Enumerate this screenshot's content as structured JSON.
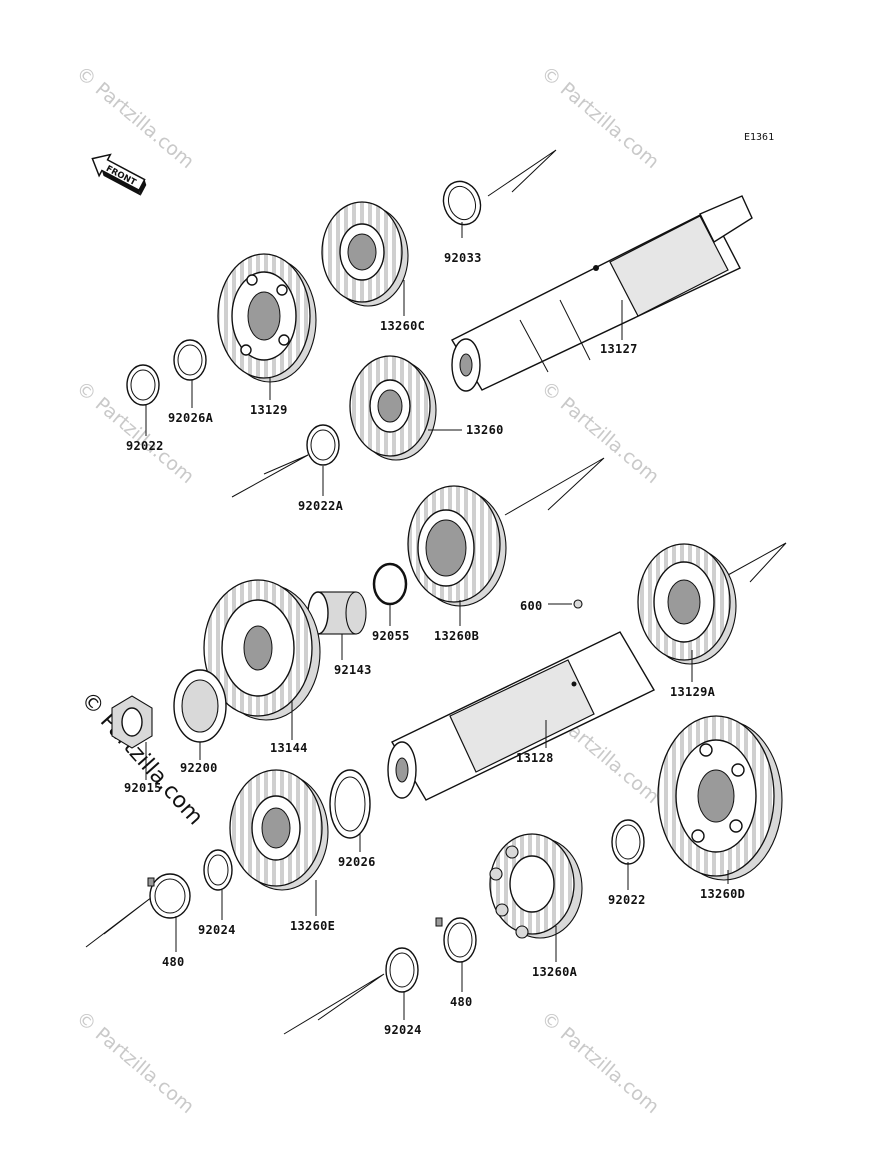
{
  "diagram": {
    "code": "E1361",
    "front_label": "FRONT",
    "watermark": "© Partzilla.com",
    "parts": [
      {
        "id": "92033",
        "label": "92033"
      },
      {
        "id": "13260C",
        "label": "13260C"
      },
      {
        "id": "13127",
        "label": "13127"
      },
      {
        "id": "13129",
        "label": "13129"
      },
      {
        "id": "92026A",
        "label": "92026A"
      },
      {
        "id": "92022",
        "label": "92022"
      },
      {
        "id": "13260",
        "label": "13260"
      },
      {
        "id": "92022A",
        "label": "92022A"
      },
      {
        "id": "13260B",
        "label": "13260B"
      },
      {
        "id": "600",
        "label": "600"
      },
      {
        "id": "92055",
        "label": "92055"
      },
      {
        "id": "92143",
        "label": "92143"
      },
      {
        "id": "13144",
        "label": "13144"
      },
      {
        "id": "13129A",
        "label": "13129A"
      },
      {
        "id": "92200",
        "label": "92200"
      },
      {
        "id": "92015",
        "label": "92015"
      },
      {
        "id": "13128",
        "label": "13128"
      },
      {
        "id": "92026",
        "label": "92026"
      },
      {
        "id": "13260D",
        "label": "13260D"
      },
      {
        "id": "92022b",
        "label": "92022"
      },
      {
        "id": "480",
        "label": "480"
      },
      {
        "id": "92024",
        "label": "92024"
      },
      {
        "id": "13260E",
        "label": "13260E"
      },
      {
        "id": "13260A",
        "label": "13260A"
      },
      {
        "id": "480b",
        "label": "480"
      },
      {
        "id": "92024b",
        "label": "92024"
      }
    ]
  }
}
